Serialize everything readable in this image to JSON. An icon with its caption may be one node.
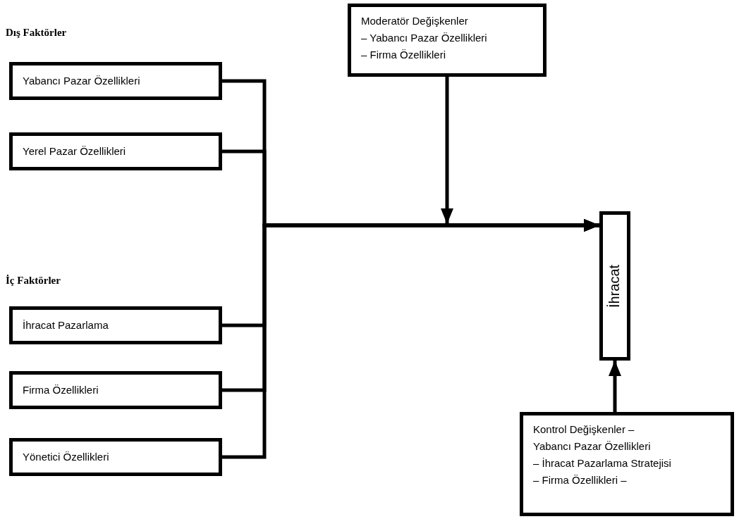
{
  "diagram": {
    "nodes": [
      {
        "text": [
          "Moderatör Değişkenler",
          "– Yabancı Pazar Özellikleri",
          "– Firma Özellikleri"
        ]
      },
      {
        "text": [
          "Yabancı Pazar Özellikleri"
        ]
      },
      {
        "text": [
          "Yerel Pazar Özellikleri"
        ]
      },
      {
        "text": [
          "İhracat"
        ]
      },
      {
        "text": [
          "İhracat Pazarlama"
        ]
      },
      {
        "text": [
          "Firma Özellikleri"
        ]
      },
      {
        "text": [
          "Yönetici Özellikleri"
        ]
      },
      {
        "text": [
          "Kontrol Değişkenler –",
          "Yabancı Pazar Özellikleri",
          "– İhracat Pazarlama Stratejisi",
          "– Firma Özellikleri –"
        ]
      }
    ],
    "edges": [
      {
        "from": 1,
        "to": 3,
        "arrow": "to"
      },
      {
        "from": 2,
        "to": 3,
        "arrow": "to"
      },
      {
        "from": 4,
        "to": 3,
        "arrow": "to"
      },
      {
        "from": 5,
        "to": 3,
        "arrow": "to"
      },
      {
        "from": 6,
        "to": 3,
        "arrow": "to"
      },
      {
        "from": 0,
        "to": null,
        "arrow": "to"
      },
      {
        "from": 7,
        "to": 3,
        "arrow": "to"
      }
    ],
    "labels": [
      "Dış Faktörler",
      "İç Faktörler"
    ]
  }
}
